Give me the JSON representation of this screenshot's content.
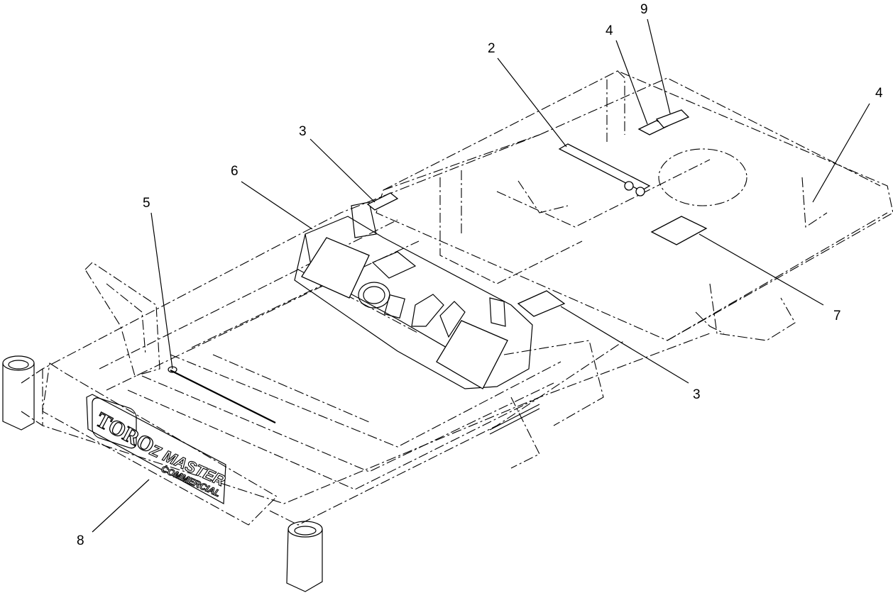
{
  "diagram": {
    "brand_logo": "TORO",
    "product_logo_line1": "Z MASTER",
    "product_logo_line2": "COMMERCIAL",
    "callouts": [
      {
        "id": "c1",
        "label": "2"
      },
      {
        "id": "c2",
        "label": "4"
      },
      {
        "id": "c3",
        "label": "9"
      },
      {
        "id": "c4",
        "label": "4"
      },
      {
        "id": "c5",
        "label": "3"
      },
      {
        "id": "c6",
        "label": "6"
      },
      {
        "id": "c7",
        "label": "5"
      },
      {
        "id": "c8",
        "label": "7"
      },
      {
        "id": "c9",
        "label": "3"
      },
      {
        "id": "c10",
        "label": "8"
      }
    ]
  }
}
